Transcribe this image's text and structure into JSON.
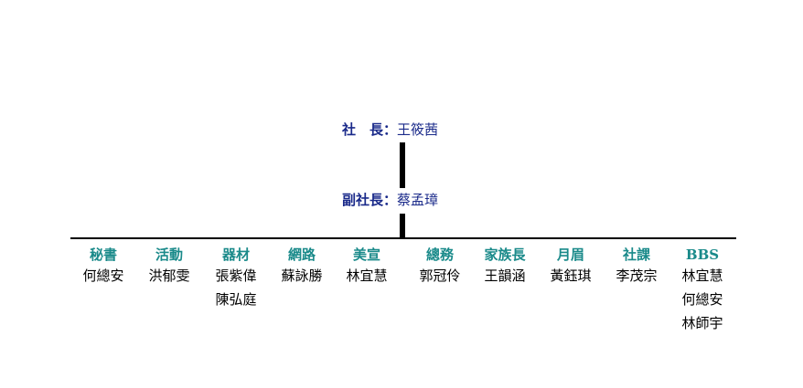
{
  "president": {
    "role": "社　長",
    "colon": "：",
    "name": "王筱茜"
  },
  "vice_president": {
    "role": "副社長",
    "colon": "：",
    "name": "蔡孟璋"
  },
  "departments": [
    {
      "name": "秘書",
      "members": [
        "何總安"
      ]
    },
    {
      "name": "活動",
      "members": [
        "洪郁雯"
      ]
    },
    {
      "name": "器材",
      "members": [
        "張紫偉",
        "陳弘庭"
      ]
    },
    {
      "name": "網路",
      "members": [
        "蘇詠勝"
      ]
    },
    {
      "name": "美宣",
      "members": [
        "林宜慧"
      ]
    },
    {
      "name": "總務",
      "members": [
        "郭冠伶"
      ]
    },
    {
      "name": "家族長",
      "members": [
        "王韻涵"
      ]
    },
    {
      "name": "月眉",
      "members": [
        "黃鈺琪"
      ]
    },
    {
      "name": "社課",
      "members": [
        "李茂宗"
      ]
    },
    {
      "name": "BBS",
      "members": [
        "林宜慧",
        "何總安",
        "林師宇"
      ]
    }
  ],
  "colors": {
    "leader_text": "#1a2a8a",
    "department_name": "#1a8a8a",
    "member_text": "#000000",
    "connector": "#000000"
  }
}
